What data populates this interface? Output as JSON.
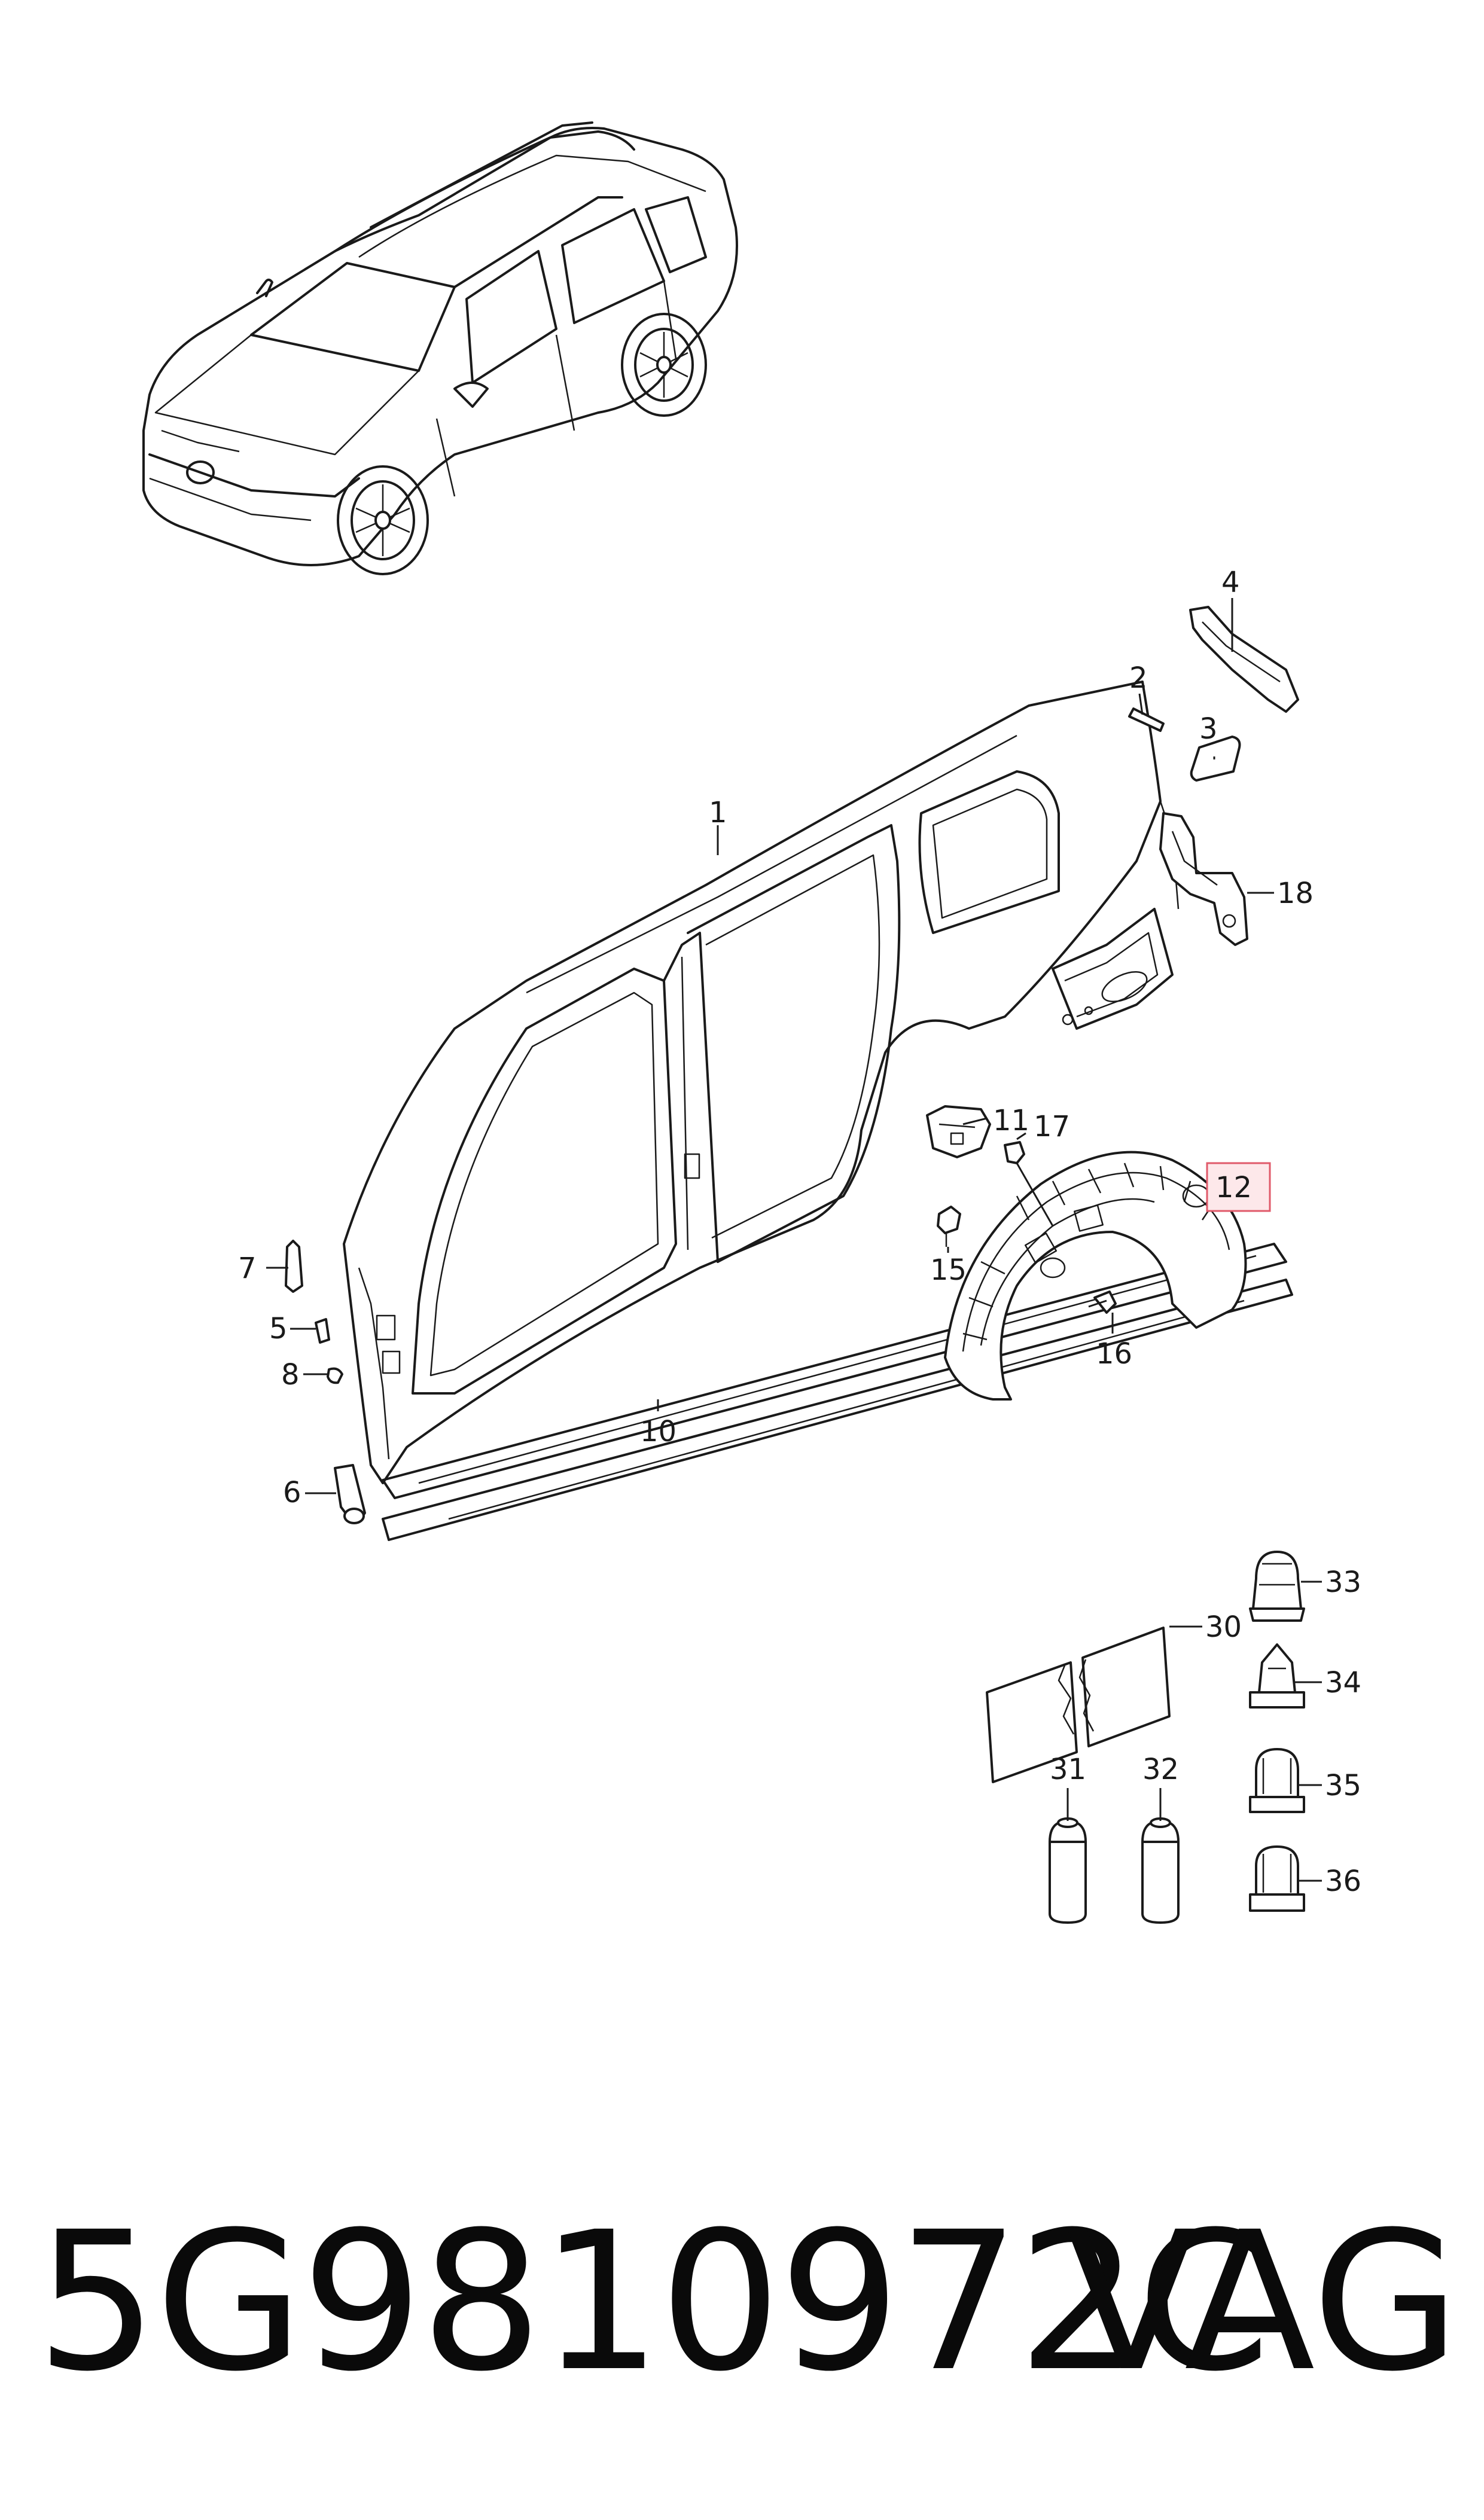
{
  "diagram": {
    "callouts": [
      "1",
      "2",
      "3",
      "4",
      "5",
      "6",
      "7",
      "8",
      "10",
      "11",
      "12",
      "15",
      "16",
      "17",
      "18",
      "30",
      "31",
      "32",
      "33",
      "34",
      "35",
      "36"
    ],
    "highlighted_callout": "12",
    "highlight_color": "#e05a6a",
    "highlight_fill": "#fde8ea",
    "line_color": "#1a1a1a"
  },
  "footer": {
    "part_number": "5G9810972C",
    "brand": "VAG"
  }
}
